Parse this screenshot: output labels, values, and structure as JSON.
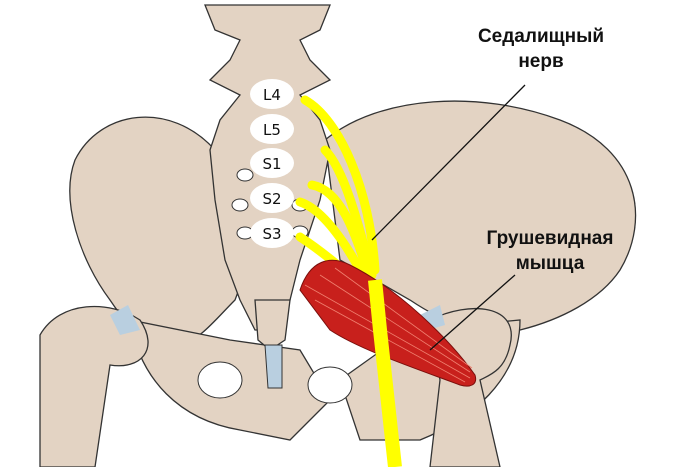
{
  "labels": {
    "sciatic_nerve": [
      "Седалищный",
      "нерв"
    ],
    "piriformis": [
      "Грушевидная",
      "мышца"
    ]
  },
  "vertebrae": [
    "L4",
    "L5",
    "S1",
    "S2",
    "S3"
  ],
  "colors": {
    "bone": "#e3d3c3",
    "nerve": "#ffff00",
    "muscle": "#c8201c",
    "cartilage": "#b9cfe0",
    "outline": "#333333"
  }
}
